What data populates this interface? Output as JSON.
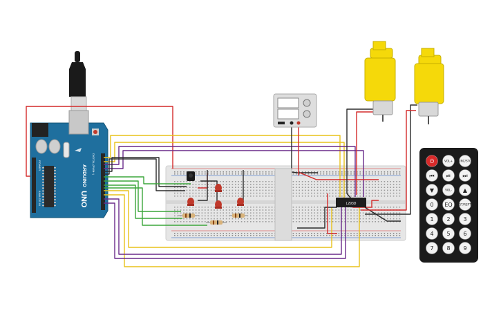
{
  "arduino": {
    "brand": "ARDUINO",
    "model": "UNO",
    "digital_header": "DIGITAL (PWM~)",
    "power_header": "POWER",
    "analog_header": "ANALOG IN"
  },
  "driver": {
    "label": "L293D"
  },
  "remote": {
    "buttons": [
      {
        "label": "⏻",
        "red": true
      },
      {
        "label": "VOL+"
      },
      {
        "label": "FUNC/STOP"
      },
      {
        "label": "⏮"
      },
      {
        "label": "⏯"
      },
      {
        "label": "⏭"
      },
      {
        "label": "▼"
      },
      {
        "label": "VOL-"
      },
      {
        "label": "▲"
      },
      {
        "label": "0"
      },
      {
        "label": "EQ"
      },
      {
        "label": "ST/REPT"
      },
      {
        "label": "1"
      },
      {
        "label": "2"
      },
      {
        "label": "3"
      },
      {
        "label": "4"
      },
      {
        "label": "5"
      },
      {
        "label": "6"
      },
      {
        "label": "7"
      },
      {
        "label": "8"
      },
      {
        "label": "9"
      }
    ]
  },
  "colors": {
    "wire_red": "#d42a2a",
    "wire_black": "#2b2b2b",
    "wire_yellow": "#e8c21a",
    "wire_green": "#3aa63a",
    "wire_purple": "#6a2a8a",
    "board_blue": "#1f6f9e",
    "motor_yellow": "#f5d90a",
    "breadboard": "#e9e9e9",
    "led_red": "#c0392b",
    "remote_body": "#1b1b1b"
  }
}
